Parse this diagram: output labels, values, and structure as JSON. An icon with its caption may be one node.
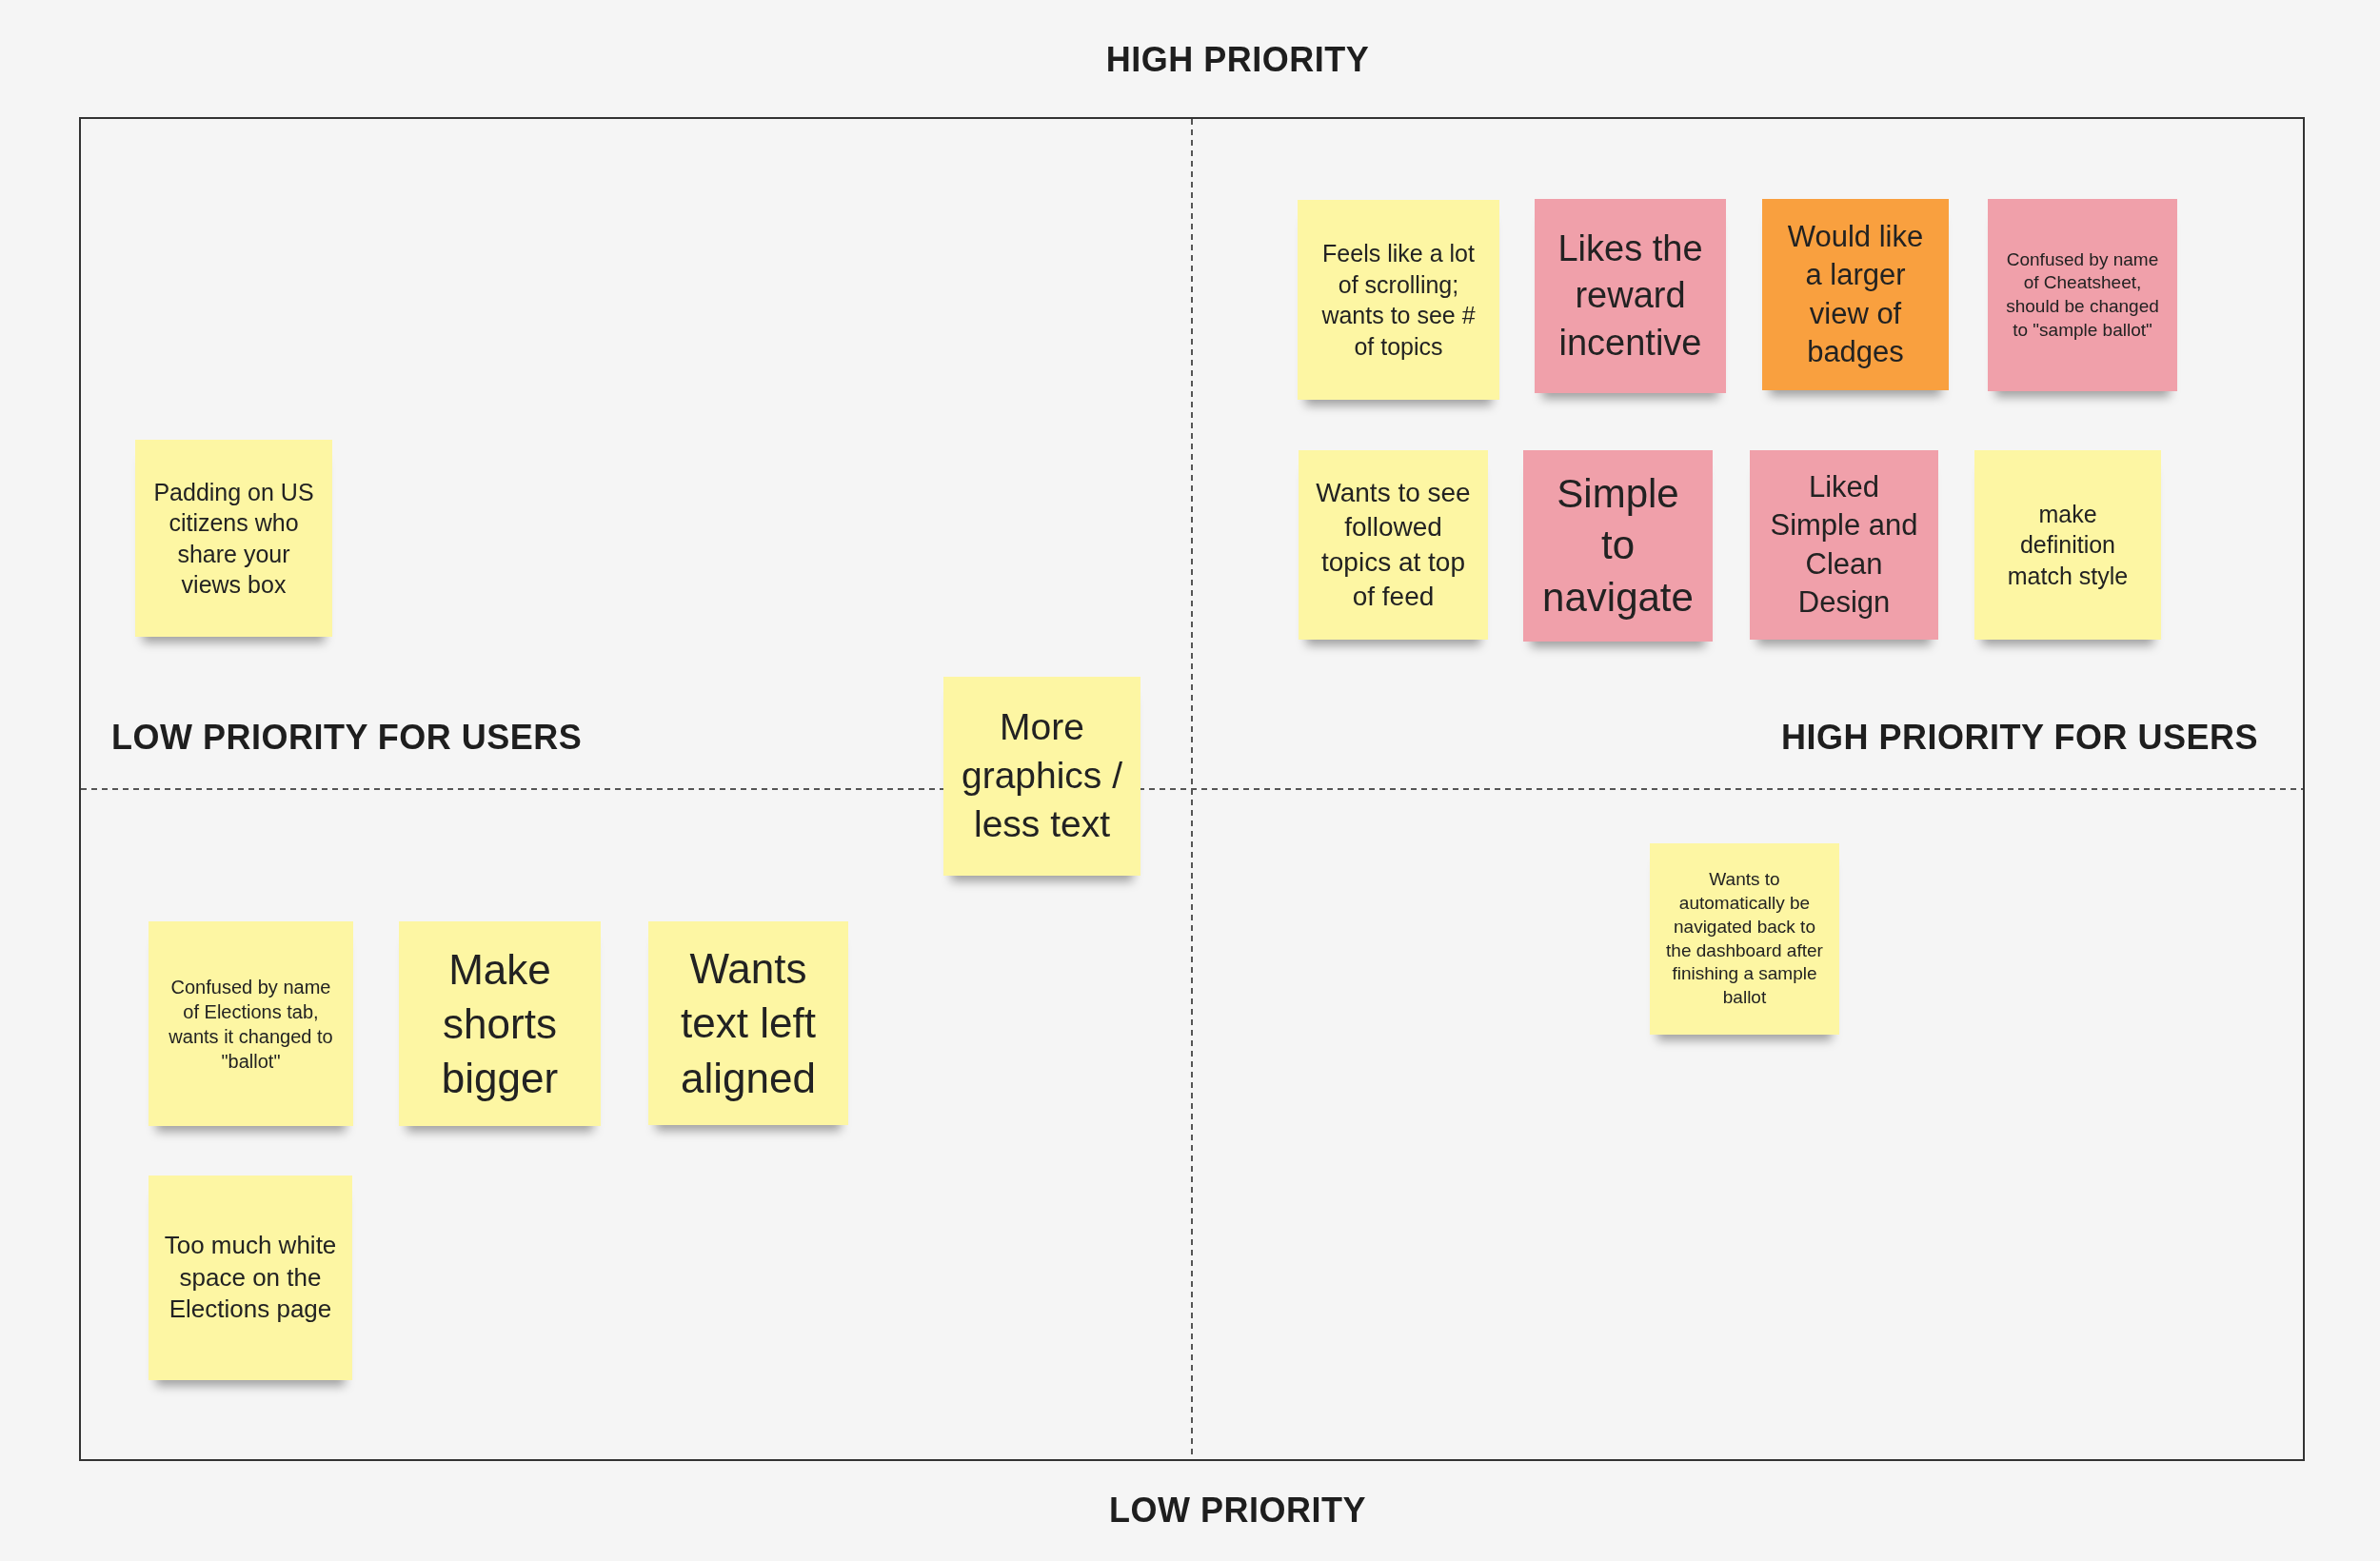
{
  "diagram": {
    "nodes": [
      {
        "text": [
          "Feels like a lot of scrolling; wants to see # of topics"
        ]
      },
      {
        "text": [
          "Likes the reward incentive"
        ]
      },
      {
        "text": [
          "Would like a larger view of badges"
        ]
      },
      {
        "text": [
          "Confused by name of Cheatsheet, should be changed to \"sample ballot\""
        ]
      },
      {
        "text": [
          "Padding on US citizens who share your views box"
        ]
      },
      {
        "text": [
          "Wants to see followed topics at top of feed"
        ]
      },
      {
        "text": [
          "Simple to navigate"
        ]
      },
      {
        "text": [
          "Liked Simple and Clean Design"
        ]
      },
      {
        "text": [
          "make definition match style"
        ]
      },
      {
        "text": [
          "More graphics / less text"
        ]
      },
      {
        "text": [
          "Wants to automatically be navigated back to the dashboard after finishing a sample ballot"
        ]
      },
      {
        "text": [
          "Confused by name of Elections tab, wants it changed to \"ballot\""
        ]
      },
      {
        "text": [
          "Make shorts bigger"
        ]
      },
      {
        "text": [
          "Wants text left aligned"
        ]
      },
      {
        "text": [
          "Too much white space on the Elections page"
        ]
      }
    ],
    "labels": [
      "HIGH PRIORITY",
      "LOW PRIORITY FOR USERS",
      "HIGH PRIORITY FOR USERS",
      "LOW PRIORITY"
    ]
  }
}
